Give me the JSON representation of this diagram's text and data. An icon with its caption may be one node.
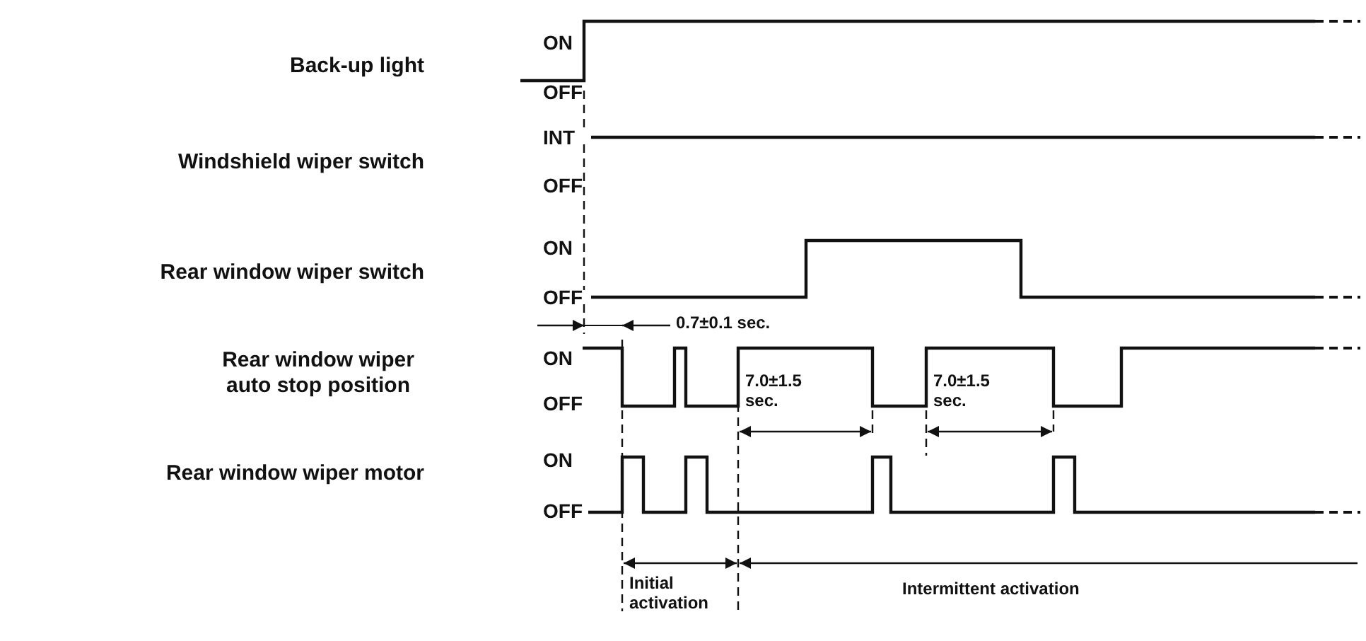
{
  "diagram": {
    "labels": [
      "ON",
      "Back-up light",
      "OFF",
      "INT",
      "Windshield wiper switch",
      "OFF",
      "ON",
      "Rear window wiper switch",
      "OFF",
      "0.7±0.1 sec.",
      "ON",
      "Rear window wiper auto stop position",
      "OFF",
      "7.0±1.5 sec.",
      "7.0±1.5 sec.",
      "ON",
      "Rear window wiper motor",
      "OFF",
      "Initial activation",
      "Intermittent activation"
    ]
  }
}
